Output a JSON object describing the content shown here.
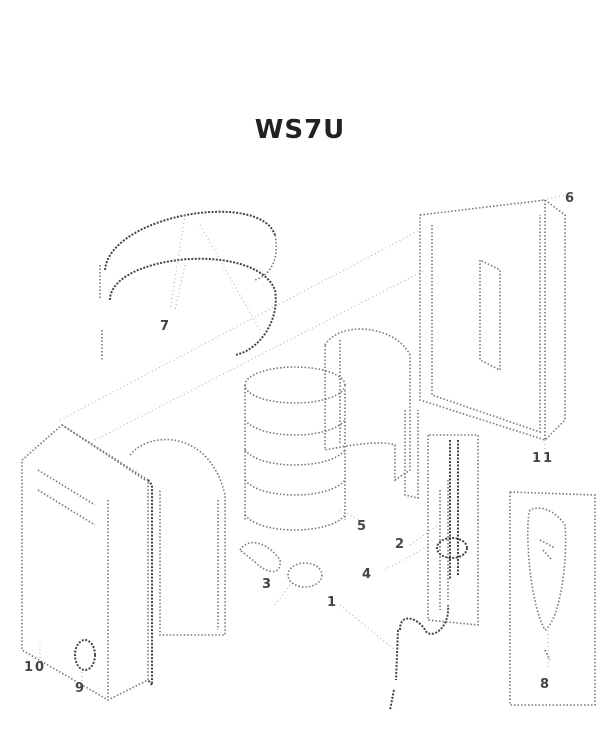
{
  "title": "WS7U",
  "labels": {
    "p1": "1",
    "p2": "2",
    "p3": "3",
    "p4": "4",
    "p5": "5",
    "p6": "6",
    "p7": "7",
    "p8": "8",
    "p9": "9",
    "p10": "10",
    "p11": "11"
  }
}
